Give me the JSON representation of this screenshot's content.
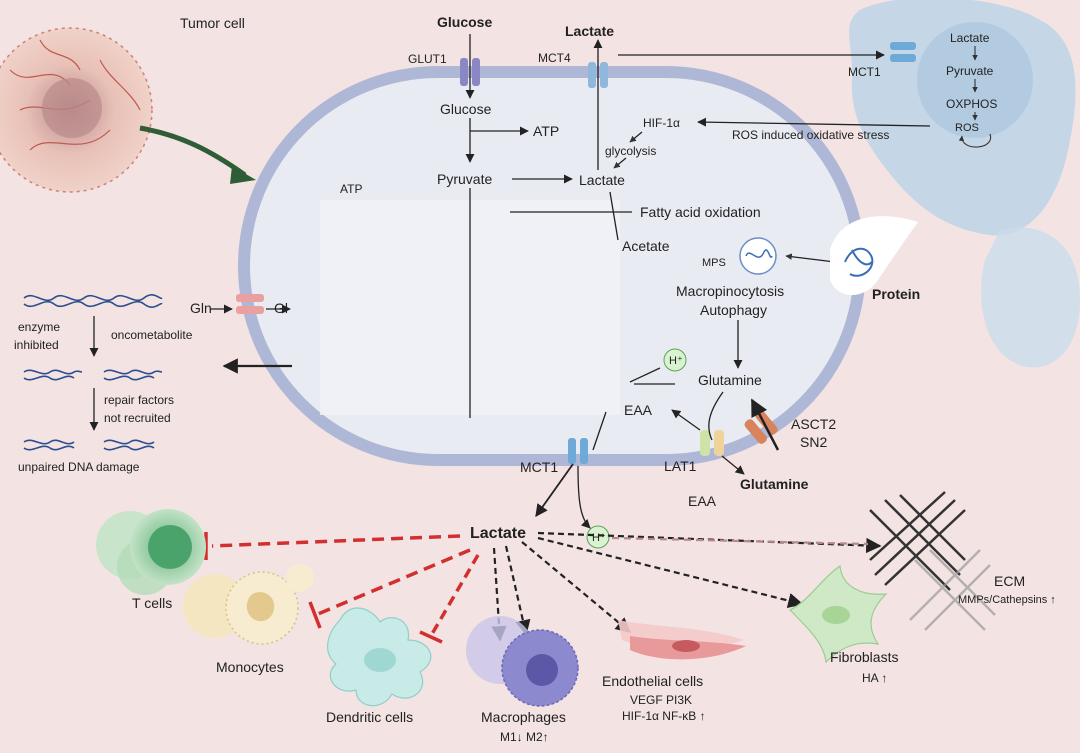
{
  "labels": {
    "tumor_cell": "Tumor cell",
    "glucose_top": "Glucose",
    "glut1": "GLUT1",
    "glucose_in": "Glucose",
    "atp_right": "ATP",
    "atp_left": "ATP",
    "pyruvate": "Pyruvate",
    "lactate_in": "Lactate",
    "lactate_top": "Lactate",
    "mct4": "MCT4",
    "hif1a": "HIF-1α",
    "glycolysis": "glycolysis",
    "ros_stress": "ROS induced oxidative stress",
    "fatty_acid_oxidation": "Fatty acid oxidation",
    "acetate": "Acetate",
    "mps": "MPS",
    "protein": "Protein",
    "macropinocytosis": "Macropinocytosis",
    "autophagy": "Autophagy",
    "glutamine_in": "Glutamine",
    "glutamine_out": "Glutamine",
    "eaa_in": "EAA",
    "eaa_out": "EAA",
    "lat1": "LAT1",
    "asct2": "ASCT2",
    "sn2": "SN2",
    "h_plus_in": "H⁺",
    "h_plus_out": "H⁺",
    "mct1_bottom": "MCT1",
    "gln_out": "Gln",
    "gln_in": "Gl",
    "enzyme": "enzyme",
    "inhibited": "inhibited",
    "oncometabolite": "oncometabolite",
    "repair_factors": "repair factors",
    "not_recruited": "not recruited",
    "unpaired_dna": "unpaired DNA damage",
    "lactate_main": "Lactate",
    "t_cells": "T cells",
    "monocytes": "Monocytes",
    "dendritic_cells": "Dendritic cells",
    "macrophages": "Macrophages",
    "m1m2": "M1↓ M2↑",
    "endothelial": "Endothelial cells",
    "vegf": "VEGF PI3K",
    "hif_nfkb": "HIF-1α NF-κB ↑",
    "fibroblasts": "Fibroblasts",
    "ha": "HA ↑",
    "ecm": "ECM",
    "mmps": "MMPs/Cathepsins ↑",
    "mct1_top": "MCT1",
    "lactate_nb": "Lactate",
    "pyruvate_nb": "Pyruvate",
    "oxphos_nb": "OXPHOS",
    "ros_nb": "ROS"
  },
  "colors": {
    "background": "#f3e3e3",
    "membrane": "#aeb7d6",
    "cytoplasm": "#e9ebf3",
    "inhibition_red": "#d32f2f",
    "arrow_dark": "#222222",
    "neighbor_cell": "#bcd3e6",
    "tumor_red": "#c0594f",
    "dna_blue": "#2d4f8c"
  }
}
